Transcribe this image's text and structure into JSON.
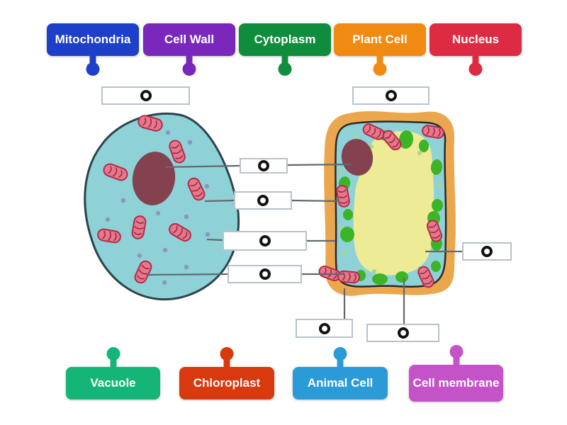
{
  "palette": {
    "cell-teal": "#8ed2d8",
    "cell-outline": "#2a454c",
    "nucleus-maroon": "#84414f",
    "mito-pink": "#e5798c",
    "mito-stroke": "#b4294a",
    "mito-stripe": "#a32544",
    "dot-animal": "#8f94bb",
    "wall-orange": "#eaa74e",
    "membrane-line": "#2a2a2a",
    "vacuole-yellow": "#edeb95",
    "chloro-green": "#3cb426",
    "dot-plant": "#a5d78f",
    "connector-gray": "#63696d",
    "box-border": "#b7c2cb"
  },
  "labels": {
    "top": [
      {
        "id": "mitochondria",
        "text": "Mitochondria",
        "color": "#1e3fc7"
      },
      {
        "id": "cell-wall",
        "text": "Cell Wall",
        "color": "#7a28bc"
      },
      {
        "id": "cytoplasm",
        "text": "Cytoplasm",
        "color": "#0f8c3c"
      },
      {
        "id": "plant-cell",
        "text": "Plant Cell",
        "color": "#f08a12"
      },
      {
        "id": "nucleus",
        "text": "Nucleus",
        "color": "#dd2b43"
      }
    ],
    "bottom": [
      {
        "id": "vacuole",
        "text": "Vacuole",
        "color": "#15b578"
      },
      {
        "id": "chloroplast",
        "text": "Chloroplast",
        "color": "#d9390e"
      },
      {
        "id": "animal-cell",
        "text": "Animal Cell",
        "color": "#2b9bd7"
      },
      {
        "id": "cell-membrane",
        "text": "Cell membrane",
        "color": "#c453c8"
      }
    ]
  },
  "dropzones": {
    "count": 9,
    "marker_icon": "ring-icon"
  }
}
